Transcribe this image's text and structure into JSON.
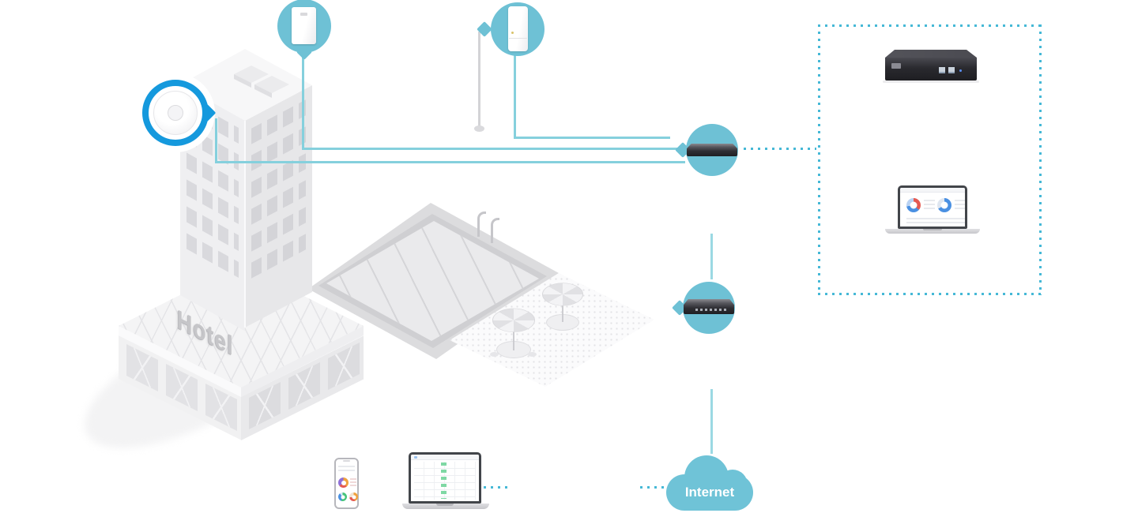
{
  "diagram": {
    "type": "network-topology-illustration",
    "scene": {
      "building_label": "Hotel",
      "internet_label": "Internet"
    },
    "colors": {
      "accent_blue_ring": "#1599dd",
      "callout_teal": "#6ec1d5",
      "solid_line_teal": "#85d0dd",
      "light_line_teal": "#9bd9e3",
      "dotted_line_teal": "#45b8d6",
      "cloud_teal": "#6fc3d7",
      "building_gray": "#efeff1",
      "device_dark": "#2a2a2f"
    },
    "nodes": [
      {
        "id": "ceiling-access-point",
        "kind": "wireless-access-point",
        "callout": "blue-ring-circle"
      },
      {
        "id": "wall-plate-access-point",
        "kind": "wireless-access-point",
        "callout": "teal-circle"
      },
      {
        "id": "outdoor-access-point",
        "kind": "wireless-access-point",
        "callout": "teal-circle",
        "mounted_on": "pole"
      },
      {
        "id": "switch-upper",
        "kind": "network-switch",
        "callout": "teal-circle"
      },
      {
        "id": "switch-lower",
        "kind": "network-switch",
        "callout": "teal-circle"
      },
      {
        "id": "hardware-controller",
        "kind": "controller-appliance",
        "inside": "dashed-management-box"
      },
      {
        "id": "management-laptop",
        "kind": "laptop-with-dashboard",
        "inside": "dashed-management-box"
      },
      {
        "id": "admin-phone",
        "kind": "smartphone-with-dashboard"
      },
      {
        "id": "admin-laptop",
        "kind": "laptop-with-client-table"
      },
      {
        "id": "internet-cloud",
        "kind": "cloud",
        "label": "Internet"
      },
      {
        "id": "hotel-building",
        "kind": "isometric-building",
        "label": "Hotel"
      },
      {
        "id": "swimming-pool",
        "kind": "isometric-pool-with-umbrellas"
      }
    ]
  }
}
